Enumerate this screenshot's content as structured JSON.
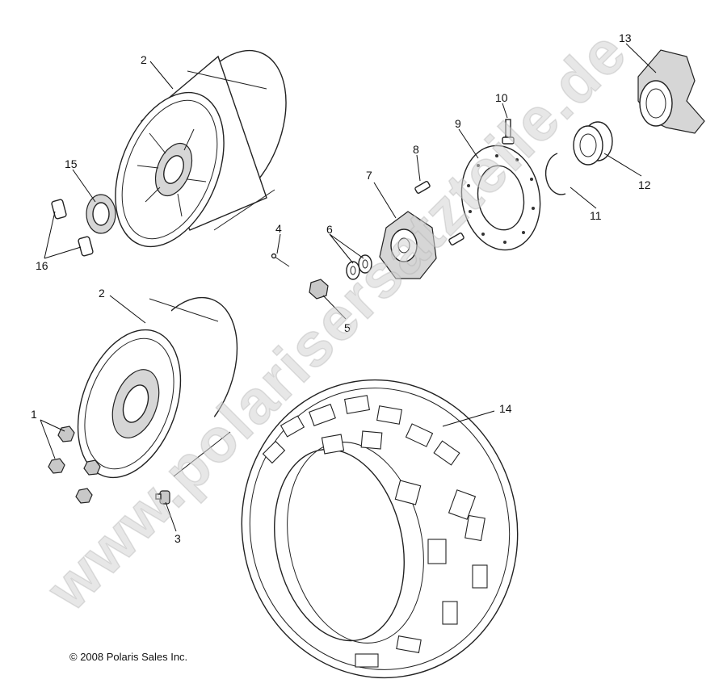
{
  "callouts": {
    "c1": "1",
    "c2a": "2",
    "c2b": "2",
    "c3": "3",
    "c4": "4",
    "c5": "5",
    "c6": "6",
    "c7": "7",
    "c8": "8",
    "c9": "9",
    "c10": "10",
    "c11": "11",
    "c12": "12",
    "c13": "13",
    "c14": "14",
    "c15": "15",
    "c16": "16"
  },
  "watermark": "www.polarisersatzteile.de",
  "copyright": "© 2008 Polaris Sales Inc."
}
